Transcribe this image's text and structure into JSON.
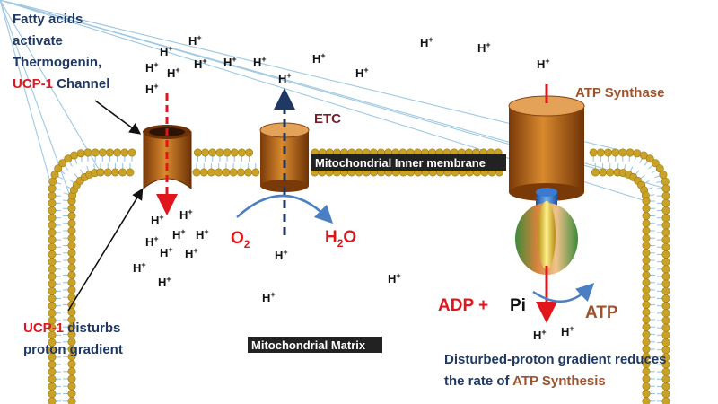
{
  "labels": {
    "fatty_1": "Fatty acids",
    "fatty_2": "activate",
    "fatty_3": "Thermogenin,",
    "fatty_ucp": "UCP-1",
    "fatty_channel": " Channel",
    "disturb_ucp": "UCP-1",
    "disturb_rest": " disturbs",
    "disturb_2": "proton gradient",
    "etc": "ETC",
    "atp_synthase": "ATP Synthase",
    "inner_membrane": "Mitochondrial Inner membrane",
    "matrix": "Mitochondrial Matrix",
    "o2_base": "O",
    "o2_sub": "2",
    "h2o_h": "H",
    "h2o_sub": "2",
    "h2o_o": "O",
    "adp": "ADP +",
    "pi": "Pi",
    "atp": "ATP",
    "bottom_1": "Disturbed-proton gradient reduces",
    "bottom_2a": "the rate of ",
    "bottom_2b": "ATP Synthesis"
  },
  "proton": {
    "base": "H",
    "sup": "+"
  },
  "colors": {
    "navy": "#1f3864",
    "red": "#e0161c",
    "brown": "#a0522d",
    "cylinder": "#c46a18",
    "lipid_head": "#c9a227",
    "tail": "#9ec8e2"
  }
}
